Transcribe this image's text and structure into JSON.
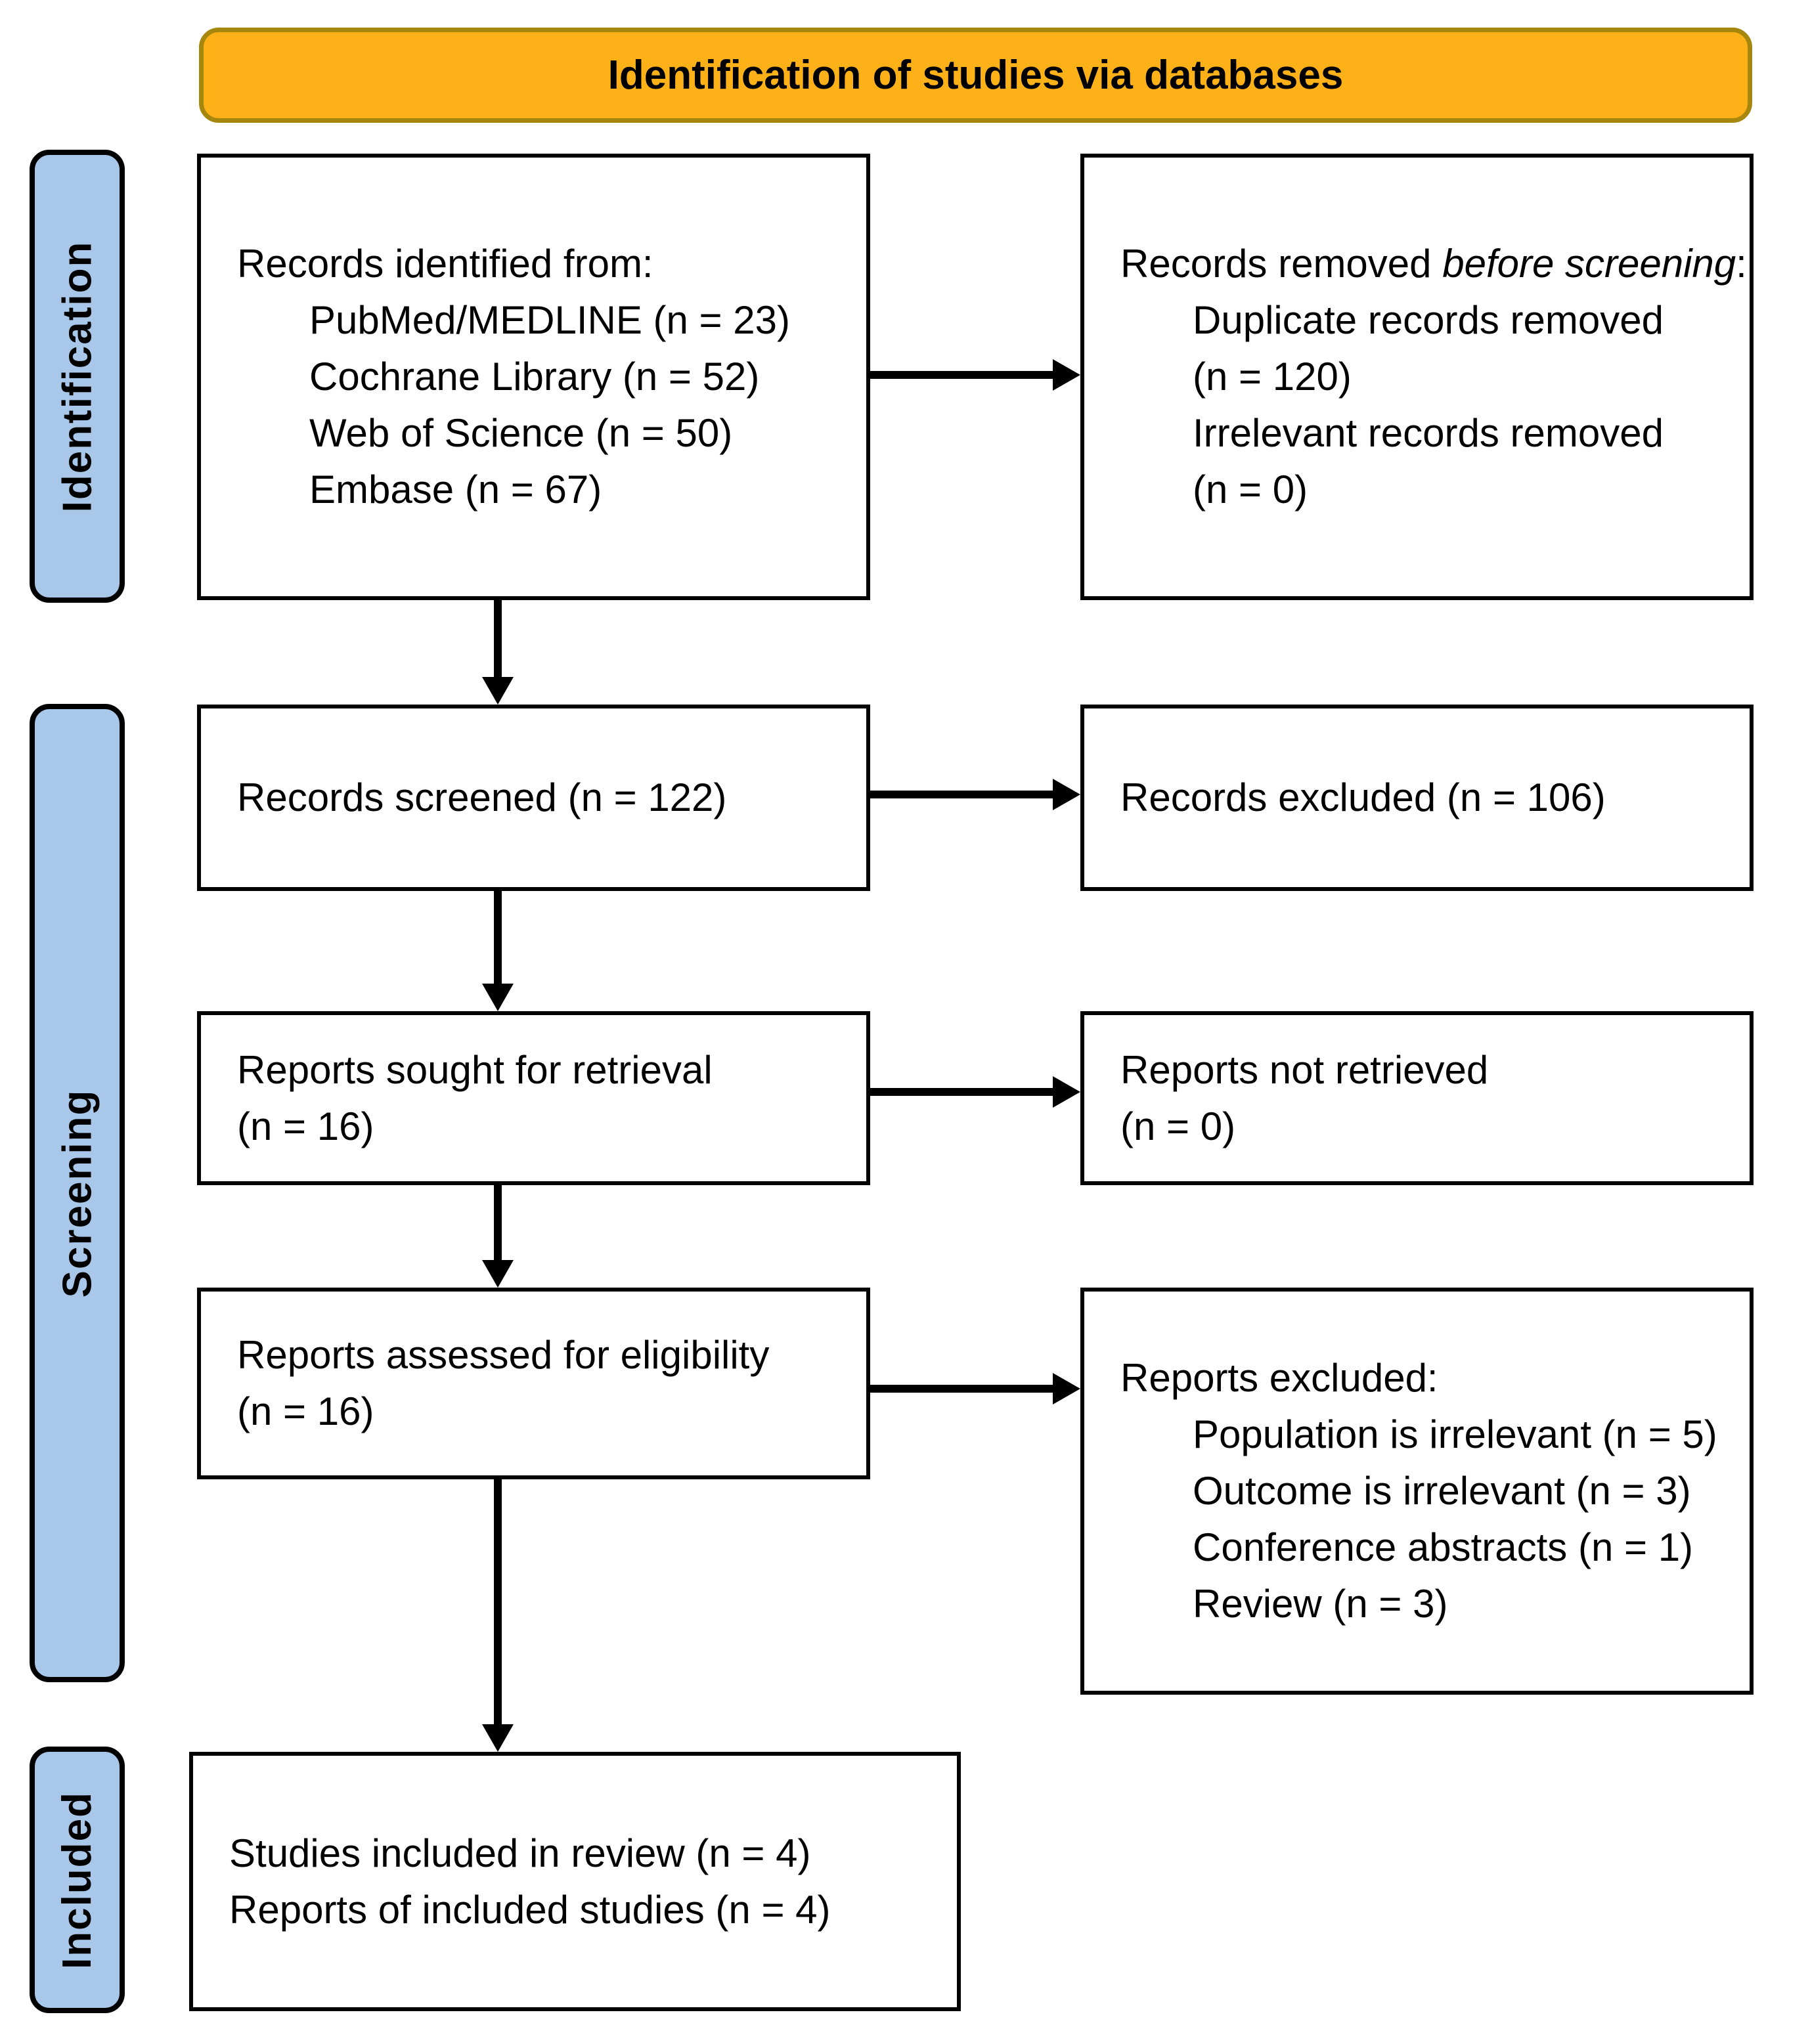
{
  "banner": {
    "title": "Identification of studies via databases"
  },
  "sidebar": {
    "identification": "Identification",
    "screening": "Screening",
    "included": "Included"
  },
  "boxes": {
    "records_identified": {
      "title": "Records identified from:",
      "items": [
        "PubMed/MEDLINE (n = 23)",
        "Cochrane Library (n = 52)",
        "Web of Science (n = 50)",
        "Embase (n = 67)"
      ]
    },
    "records_removed": {
      "title_prefix": "Records removed ",
      "title_italic": "before screening",
      "title_suffix": ":",
      "items": [
        "Duplicate records removed",
        "(n = 120)",
        "Irrelevant records removed",
        "(n = 0)"
      ]
    },
    "records_screened": {
      "lines": [
        "Records screened (n = 122)"
      ]
    },
    "records_excluded": {
      "lines": [
        "Records excluded (n = 106)"
      ]
    },
    "reports_sought": {
      "lines": [
        "Reports sought for retrieval",
        "(n = 16)"
      ]
    },
    "reports_not_retrieved": {
      "lines": [
        "Reports not retrieved",
        "(n = 0)"
      ]
    },
    "reports_assessed": {
      "lines": [
        "Reports assessed for eligibility",
        "(n = 16)"
      ]
    },
    "reports_excluded": {
      "title": "Reports excluded:",
      "items": [
        "Population is irrelevant (n = 5)",
        "Outcome is irrelevant (n = 3)",
        "Conference abstracts (n = 1)",
        "Review (n = 3)"
      ]
    },
    "studies_included": {
      "lines": [
        "Studies included in review (n = 4)",
        "Reports of included studies (n = 4)"
      ]
    }
  },
  "colors": {
    "banner_fill": "#FBB117",
    "banner_border": "#A6870D",
    "sidebar_fill": "#A9C7E8",
    "arrow": "#000000"
  }
}
